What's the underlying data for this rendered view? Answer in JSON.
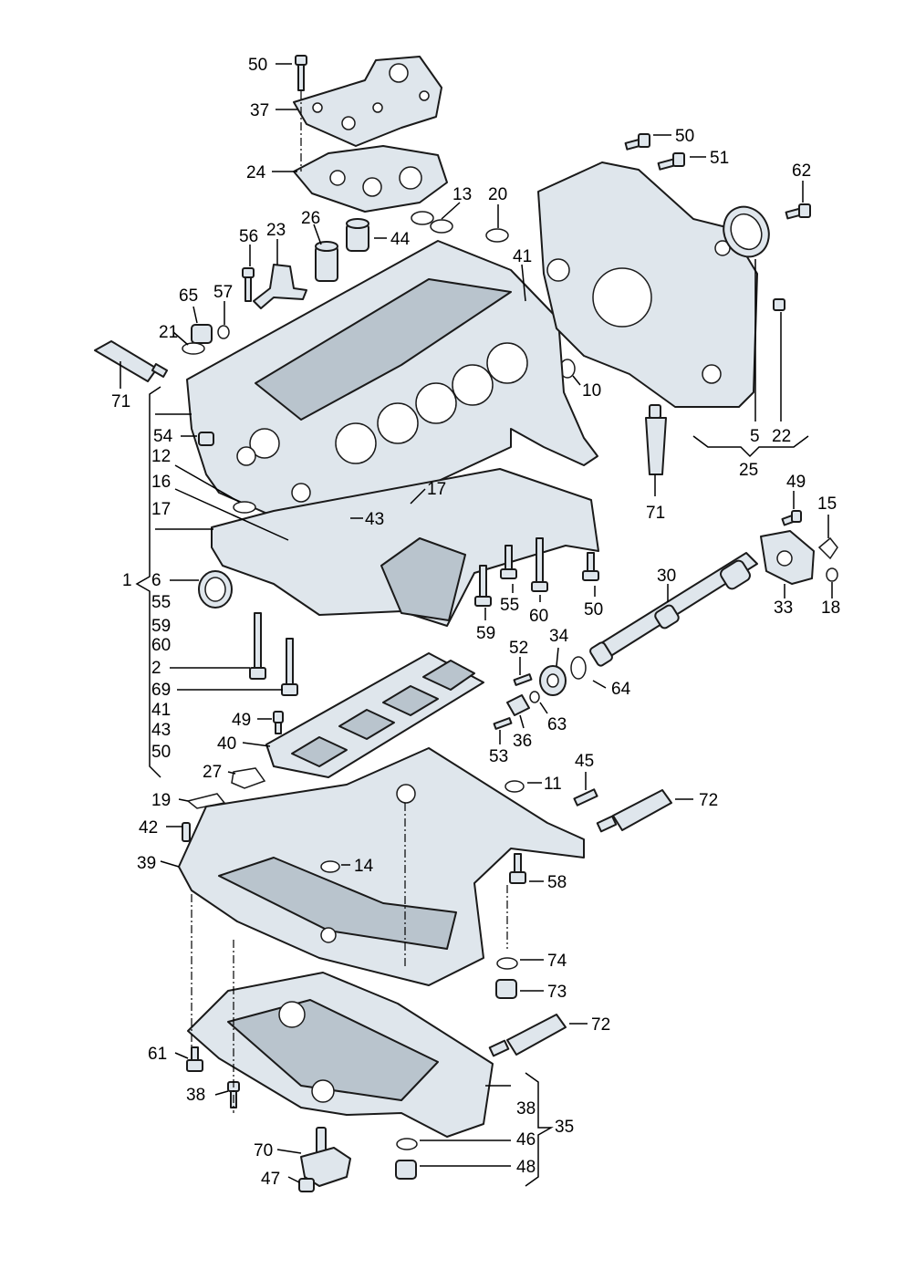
{
  "callouts": {
    "c50a": "50",
    "c37": "37",
    "c24": "24",
    "c13": "13",
    "c20": "20",
    "c44": "44",
    "c26": "26",
    "c23": "23",
    "c56": "56",
    "c57": "57",
    "c65": "65",
    "c21": "21",
    "c41": "41",
    "c71a": "71",
    "c10": "10",
    "c50b": "50",
    "c51": "51",
    "c62": "62",
    "c5": "5",
    "c22": "22",
    "c25": "25",
    "c71b": "71",
    "c54": "54",
    "c12": "12",
    "c16": "16",
    "c17a": "17",
    "c17b": "17",
    "c43a": "43",
    "c1": "1",
    "c6": "6",
    "c55a": "55",
    "c59a": "59",
    "c60a": "60",
    "c2": "2",
    "c69": "69",
    "c41b": "41",
    "c43b": "43",
    "c50c": "50",
    "c55b": "55",
    "c60b": "60",
    "c50d": "50",
    "c59b": "59",
    "c30": "30",
    "c49a": "49",
    "c15": "15",
    "c33": "33",
    "c18": "18",
    "c52": "52",
    "c34": "34",
    "c64": "64",
    "c63": "63",
    "c36": "36",
    "c53": "53",
    "c49b": "49",
    "c40": "40",
    "c27": "27",
    "c45": "45",
    "c11": "11",
    "c19": "19",
    "c72a": "72",
    "c42": "42",
    "c39": "39",
    "c14": "14",
    "c58": "58",
    "c74": "74",
    "c73": "73",
    "c72b": "72",
    "c61": "61",
    "c38a": "38",
    "c38b": "38",
    "c35": "35",
    "c46": "46",
    "c70": "70",
    "c48": "48",
    "c47": "47"
  }
}
